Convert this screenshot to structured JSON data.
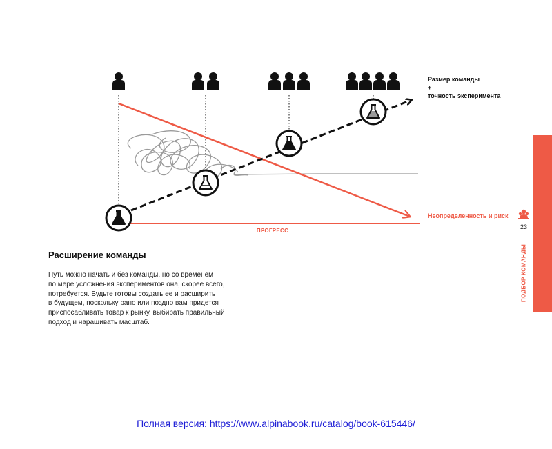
{
  "diagram": {
    "team_size_label": "Размер команды",
    "plus": "+",
    "accuracy_label": "точность эксперимента",
    "uncertainty_label": "Неопределенность и риск",
    "progress_label": "ПРОГРЕСС",
    "accent_color": "#ee5a46",
    "team_stages": [
      1,
      2,
      3,
      4
    ]
  },
  "section": {
    "heading": "Расширение команды",
    "paragraph_lines": [
      "Путь можно начать и без команды, но со временем",
      "по мере усложнения экспериментов она, скорее всего,",
      "потребуется. Будьте готовы создать ее и расширить",
      "в будущем, поскольку рано или поздно вам придется",
      "приспосабливать товар к рынку, выбирать правильный",
      "подход и наращивать масштаб."
    ]
  },
  "sidebar": {
    "page_number": "23",
    "chapter_title": "ПОДБОР КОМАНДЫ",
    "icon": "team-icon"
  },
  "footer": {
    "link_text": "Полная версия: https://www.alpinabook.ru/catalog/book-615446/"
  }
}
